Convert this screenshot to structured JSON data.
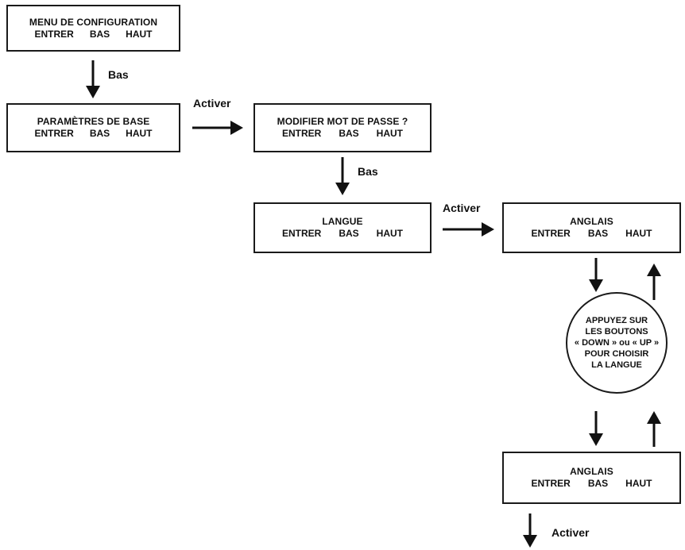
{
  "boxes": {
    "menu": {
      "title": "MENU DE CONFIGURATION",
      "entrer": "ENTRER",
      "bas": "BAS",
      "haut": "HAUT"
    },
    "params": {
      "title": "PARAMÈTRES DE BASE",
      "entrer": "ENTRER",
      "bas": "BAS",
      "haut": "HAUT"
    },
    "password": {
      "title": "MODIFIER MOT DE PASSE ?",
      "entrer": "ENTRER",
      "bas": "BAS",
      "haut": "HAUT"
    },
    "langue": {
      "title": "LANGUE",
      "entrer": "ENTRER",
      "bas": "BAS",
      "haut": "HAUT"
    },
    "anglais1": {
      "title": "ANGLAIS",
      "entrer": "ENTRER",
      "bas": "BAS",
      "haut": "HAUT"
    },
    "anglais2": {
      "title": "ANGLAIS",
      "entrer": "ENTRER",
      "bas": "BAS",
      "haut": "HAUT"
    }
  },
  "labels": {
    "bas1": "Bas",
    "activer1": "Activer",
    "bas2": "Bas",
    "activer2": "Activer",
    "activer3": "Activer"
  },
  "circle": {
    "lines": [
      "APPUYEZ SUR",
      "LES BOUTONS",
      "« DOWN » ou « UP »",
      "POUR CHOISIR",
      "LA LANGUE"
    ]
  }
}
